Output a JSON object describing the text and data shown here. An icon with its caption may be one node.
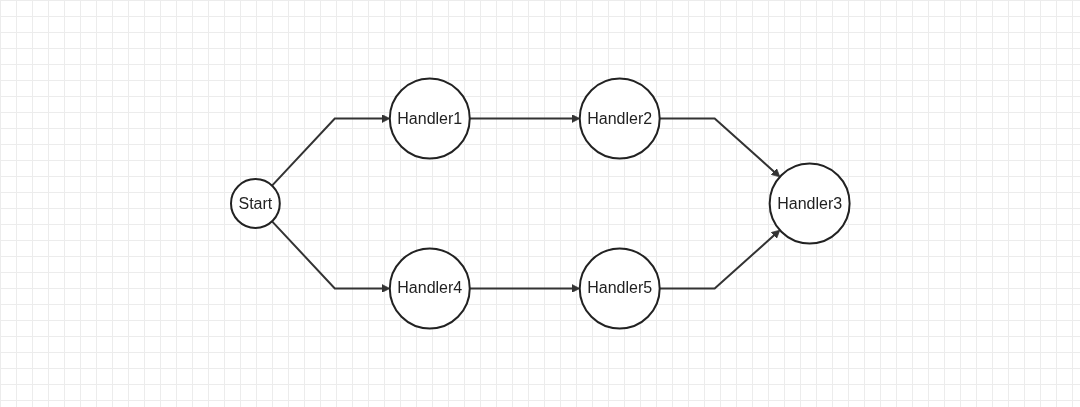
{
  "diagram": {
    "nodes": [
      {
        "text": [
          "Start"
        ]
      },
      {
        "text": [
          "Handler1"
        ]
      },
      {
        "text": [
          "Handler2"
        ]
      },
      {
        "text": [
          "Handler3"
        ]
      },
      {
        "text": [
          "Handler4"
        ]
      },
      {
        "text": [
          "Handler5"
        ]
      }
    ],
    "edges": [
      {
        "from": 0,
        "to": 1,
        "arrow": "to"
      },
      {
        "from": 1,
        "to": 2,
        "arrow": "to"
      },
      {
        "from": 2,
        "to": 3,
        "arrow": "to"
      },
      {
        "from": 0,
        "to": 4,
        "arrow": "to"
      },
      {
        "from": 4,
        "to": 5,
        "arrow": "to"
      },
      {
        "from": 5,
        "to": 3,
        "arrow": "to"
      }
    ]
  }
}
